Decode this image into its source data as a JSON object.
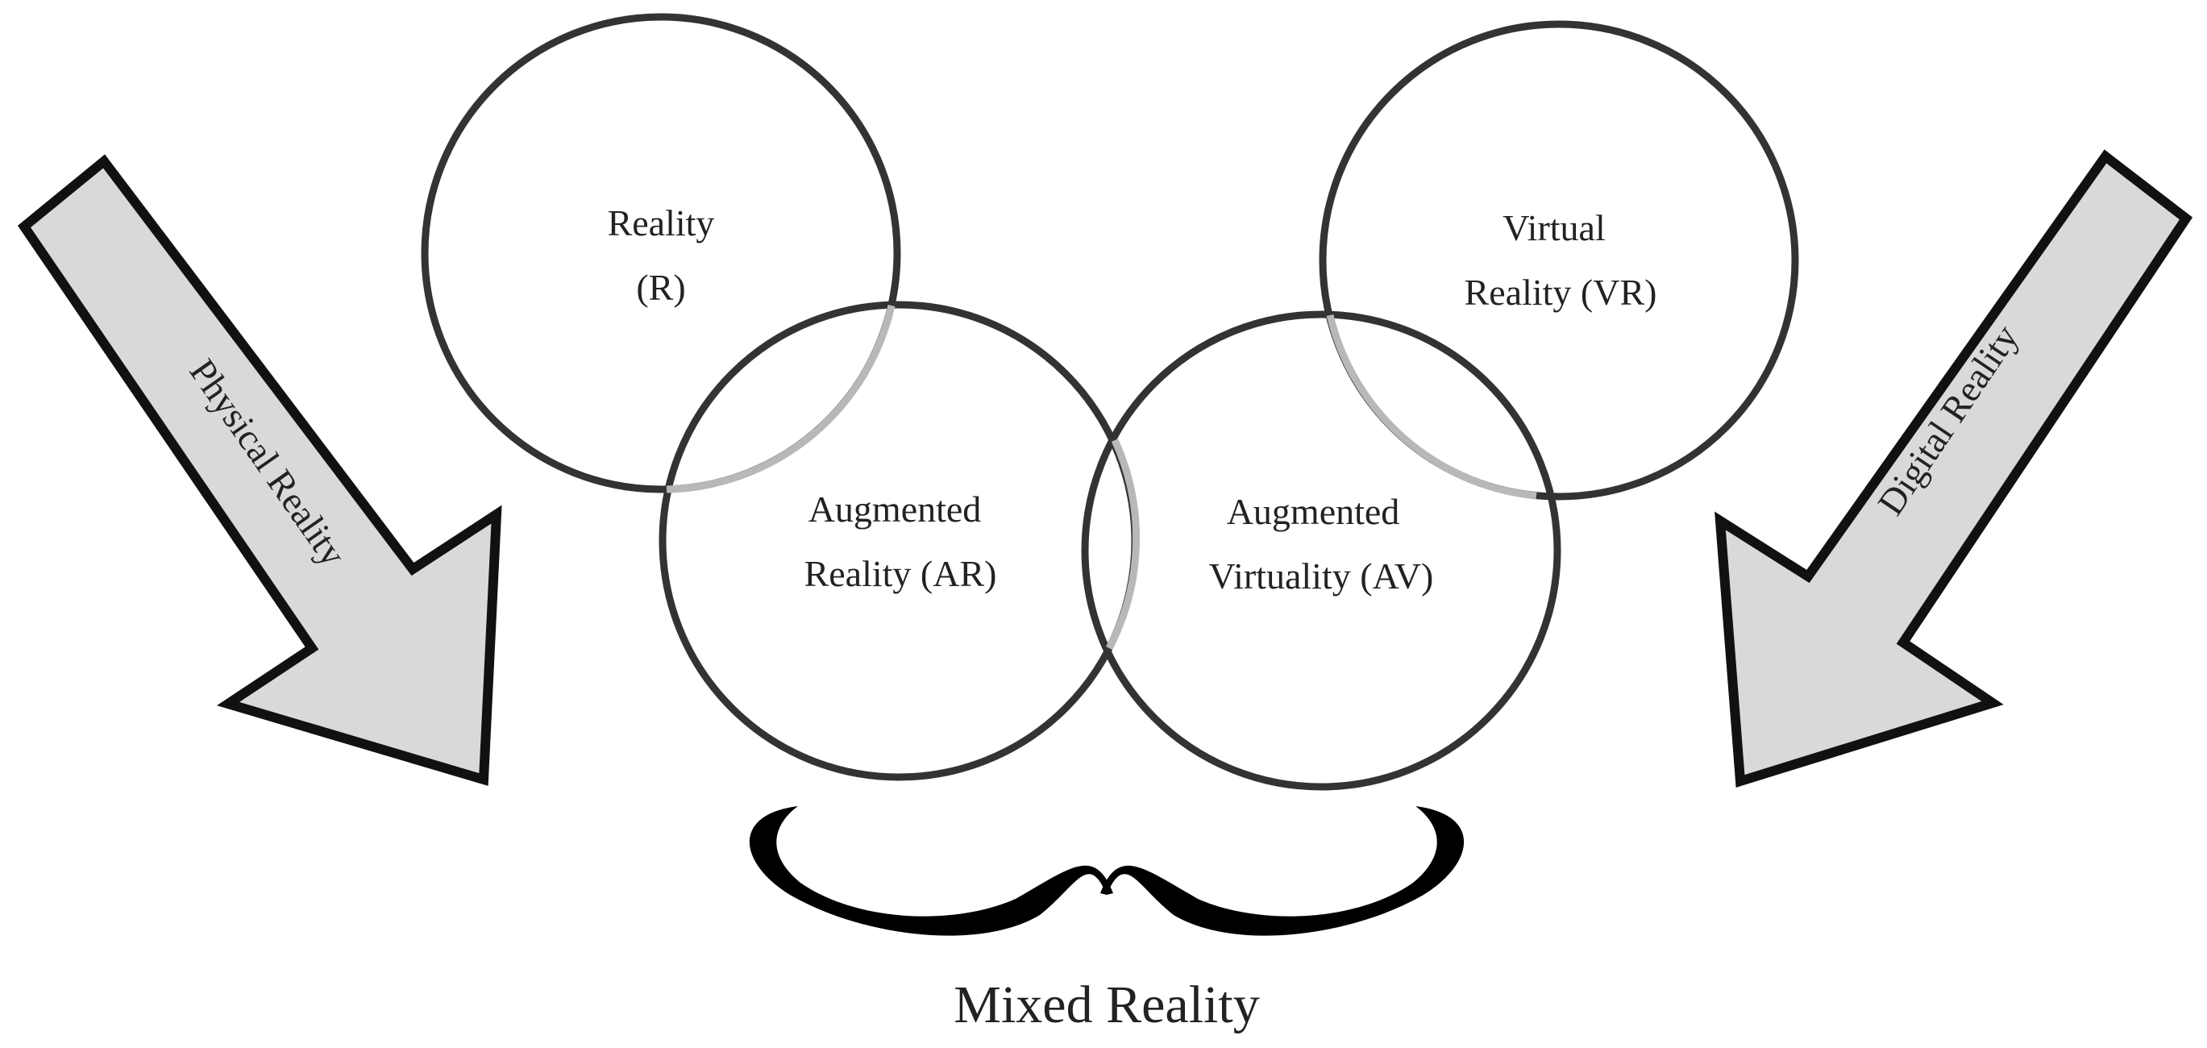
{
  "colors": {
    "stroke": "#333333",
    "arrow_fill": "#d9d9d9",
    "arrow_stroke": "#111111",
    "overlap_stroke": "#b8b8b8",
    "text": "#222222",
    "brace": "#000000"
  },
  "circles": {
    "reality": {
      "line1": "Reality",
      "line2": "(R)"
    },
    "virtual_reality": {
      "line1": "Virtual",
      "line2": "Reality (VR)"
    },
    "augmented_reality": {
      "line1": "Augmented",
      "line2": "Reality (AR)"
    },
    "augmented_virtuality": {
      "line1": "Augmented",
      "line2": "Virtuality (AV)"
    }
  },
  "arrows": {
    "left": {
      "label": "Physical Reality"
    },
    "right": {
      "label": "Digital Reality"
    }
  },
  "brace": {
    "label": "Mixed Reality"
  }
}
